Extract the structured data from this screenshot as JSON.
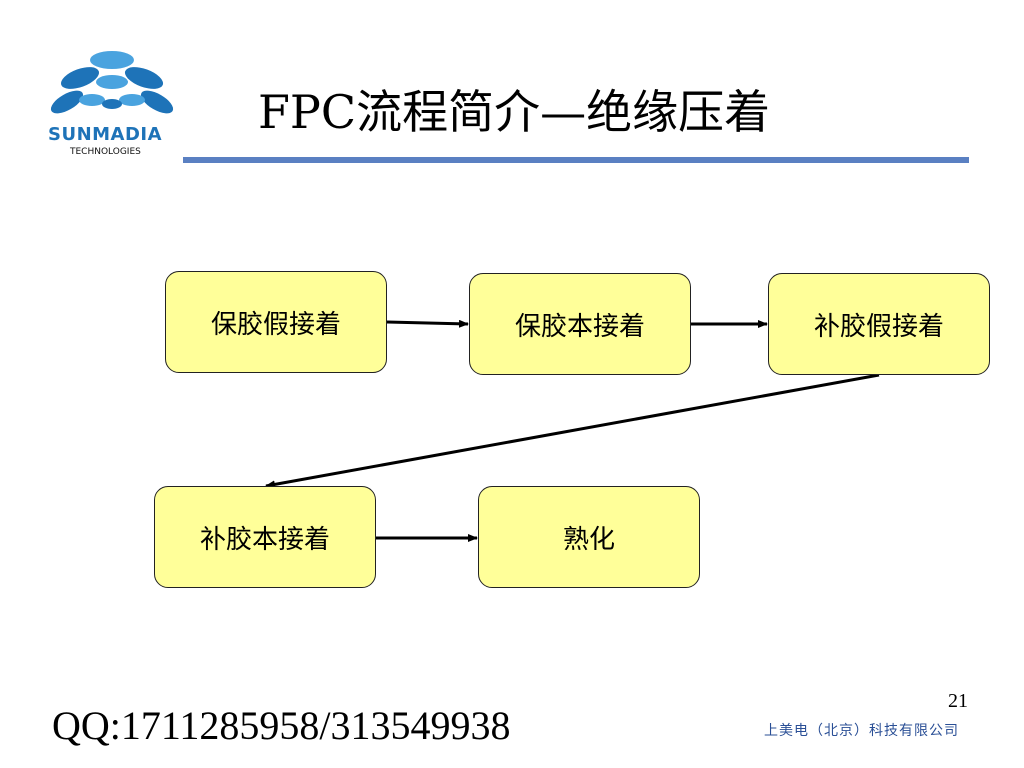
{
  "logo": {
    "name": "SUNMADIA",
    "sub": "TECHNOLOGIES",
    "colors": {
      "blue": "#1e73b8",
      "light_blue": "#4aa3df"
    }
  },
  "slide": {
    "title": "FPC流程简介—绝缘压着",
    "rule_color": "#5a80c2",
    "page_number": "21"
  },
  "flow": {
    "node_fill": "#ffff99",
    "steps": [
      {
        "label": "保胶假接着"
      },
      {
        "label": "保胶本接着"
      },
      {
        "label": "补胶假接着"
      },
      {
        "label": "补胶本接着"
      },
      {
        "label": "熟化"
      }
    ]
  },
  "footer": {
    "qq": "QQ:1711285958/313549938",
    "company": "上美电（北京）科技有限公司"
  }
}
